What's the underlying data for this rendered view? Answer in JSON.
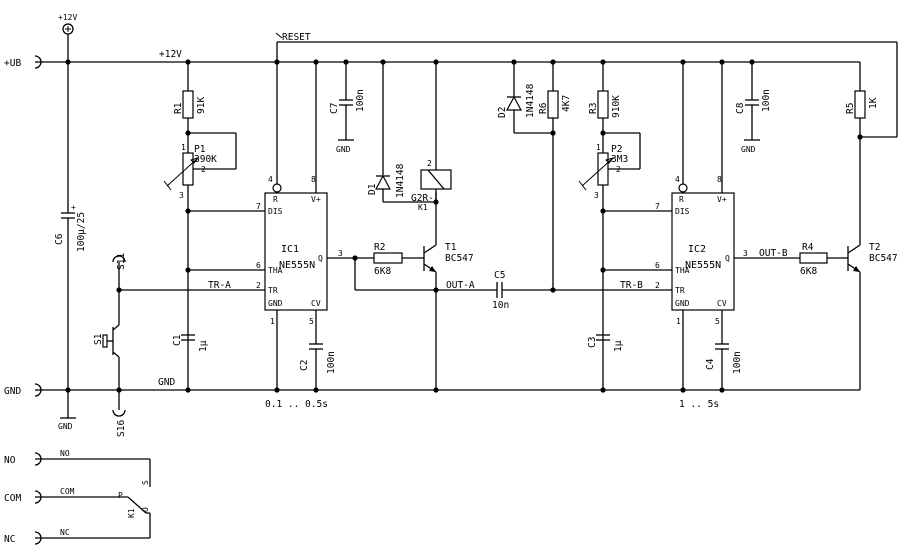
{
  "supply": {
    "vplus": "+12V",
    "vplus_net": "+12V",
    "ub": "+UB",
    "gnd": "GND",
    "gnd_net": "GND",
    "gnd_sym": "GND",
    "reset": "RESET"
  },
  "r1": {
    "ref": "R1",
    "val": "91K"
  },
  "p1": {
    "ref": "P1",
    "val": "390K",
    "p1": "1",
    "p2": "2",
    "p3": "3"
  },
  "r2": {
    "ref": "R2",
    "val": "6K8"
  },
  "t1": {
    "ref": "T1",
    "val": "BC547"
  },
  "d1": {
    "ref": "D1",
    "val": "1N4148"
  },
  "k1": {
    "ref": "K1",
    "val": "G2R-",
    "pin2": "2"
  },
  "c7": {
    "ref": "C7",
    "val": "100n",
    "gnd": "GND"
  },
  "d2": {
    "ref": "D2",
    "val": "1N4148"
  },
  "r6": {
    "ref": "R6",
    "val": "4K7"
  },
  "r3": {
    "ref": "R3",
    "val": "910K"
  },
  "p2": {
    "ref": "P2",
    "val": "3M3",
    "p1": "1",
    "p2": "2",
    "p3": "3"
  },
  "c8": {
    "ref": "C8",
    "val": "100n",
    "gnd": "GND"
  },
  "r5": {
    "ref": "R5",
    "val": "1K"
  },
  "c6": {
    "ref": "C6",
    "val": "100µ/25"
  },
  "s1": {
    "ref": "S1",
    "t1": "S11",
    "t2": "S16"
  },
  "c1": {
    "ref": "C1",
    "val": "1µ"
  },
  "c2": {
    "ref": "C2",
    "val": "100n"
  },
  "c5": {
    "ref": "C5",
    "val": "10n"
  },
  "c3": {
    "ref": "C3",
    "val": "1µ"
  },
  "c4": {
    "ref": "C4",
    "val": "100n"
  },
  "r4": {
    "ref": "R4",
    "val": "6K8"
  },
  "t2": {
    "ref": "T2",
    "val": "BC547"
  },
  "ic1": {
    "ref": "IC1",
    "part": "NE555N",
    "time": "0.1 .. 0.5s",
    "pins": {
      "r": "R",
      "vp": "V+",
      "dis": "DIS",
      "tha": "THA",
      "q": "Q",
      "tr": "TR",
      "gnd": "GND",
      "cv": "CV"
    },
    "nums": {
      "p4": "4",
      "p8": "8",
      "p7": "7",
      "p6": "6",
      "p2": "2",
      "p3": "3",
      "p1": "1",
      "p5": "5"
    }
  },
  "ic2": {
    "ref": "IC2",
    "part": "NE555N",
    "time": "1 .. 5s",
    "pins": {
      "r": "R",
      "vp": "V+",
      "dis": "DIS",
      "tha": "THA",
      "q": "Q",
      "tr": "TR",
      "gnd": "GND",
      "cv": "CV"
    },
    "nums": {
      "p4": "4",
      "p8": "8",
      "p7": "7",
      "p6": "6",
      "p2": "2",
      "p3": "3",
      "p1": "1",
      "p5": "5"
    }
  },
  "nets": {
    "tra": "TR-A",
    "outa": "OUT-A",
    "trb": "TR-B",
    "outb": "OUT-B"
  },
  "contacts": {
    "no": "NO",
    "com": "COM",
    "nc": "NC",
    "no_w": "NO",
    "com_w": "COM",
    "nc_w": "NC",
    "k1": "K1",
    "p": "P",
    "s": "S",
    "o": "O"
  }
}
